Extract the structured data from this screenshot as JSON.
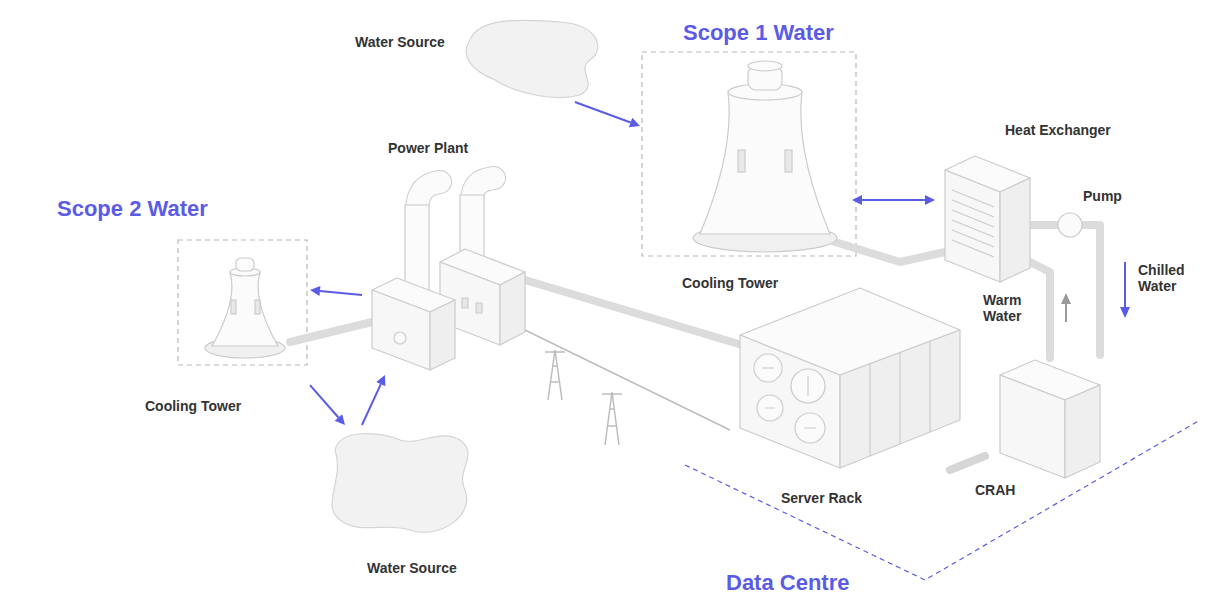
{
  "diagram": {
    "nodes": [
      {
        "text": [
          "Water Source"
        ]
      },
      {
        "text": [
          "Scope 1 Water"
        ]
      },
      {
        "text": [
          "Cooling Tower"
        ],
        "in": 1
      },
      {
        "text": [
          "Heat Exchanger"
        ]
      },
      {
        "text": [
          "Power Plant"
        ]
      },
      {
        "text": [
          "Scope 2 Water"
        ]
      },
      {
        "text": [
          "Cooling Tower"
        ],
        "in": 5
      },
      {
        "text": [
          "Water Source"
        ]
      },
      {
        "text": [
          "Data Centre"
        ]
      },
      {
        "text": [
          "Server Rack"
        ],
        "in": 8
      },
      {
        "text": [
          "CRAH"
        ],
        "in": 8
      }
    ],
    "edges": [
      {
        "from": 0,
        "to": 2,
        "arrow": "to"
      },
      {
        "from": 2,
        "to": 3,
        "arrow": "both"
      },
      {
        "from": 4,
        "to": 6,
        "arrow": "to"
      },
      {
        "from": 6,
        "to": 7,
        "arrow": "to"
      },
      {
        "from": 7,
        "to": 4,
        "arrow": "to"
      },
      {
        "from": 4,
        "to": 9,
        "arrow": "none"
      },
      {
        "from": 3,
        "to": 10,
        "arrow": "none"
      }
    ],
    "labels": [
      "Pump",
      "Chilled Water",
      "Warm Water"
    ]
  }
}
